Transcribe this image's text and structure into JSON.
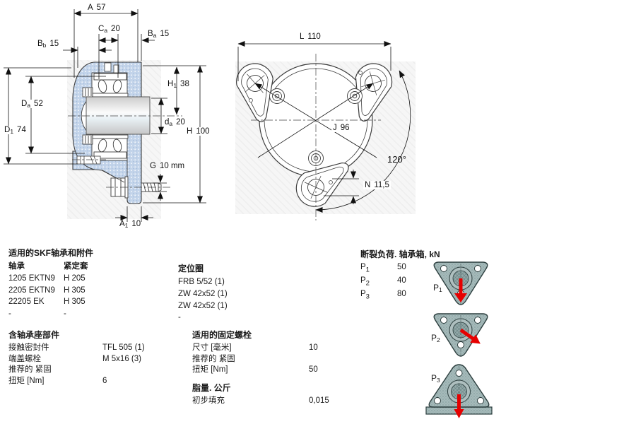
{
  "dims": {
    "A": {
      "base": "A",
      "sub": "",
      "value": "57"
    },
    "Ca": {
      "base": "C",
      "sub": "a",
      "value": "20"
    },
    "Ba": {
      "base": "B",
      "sub": "a",
      "value": "15"
    },
    "Bb": {
      "base": "B",
      "sub": "b",
      "value": "15"
    },
    "Da": {
      "base": "D",
      "sub": "a",
      "value": "52"
    },
    "D1": {
      "base": "D",
      "sub": "1",
      "value": "74"
    },
    "H1": {
      "base": "H",
      "sub": "1",
      "value": "38"
    },
    "da": {
      "base": "d",
      "sub": "a",
      "value": "20"
    },
    "H": {
      "base": "H",
      "sub": "",
      "value": "100"
    },
    "G": {
      "base": "G",
      "sub": "",
      "value": "10 mm"
    },
    "A1": {
      "base": "A",
      "sub": "1",
      "value": "10"
    },
    "L": {
      "base": "L",
      "sub": "",
      "value": "110"
    },
    "J": {
      "base": "J",
      "sub": "",
      "value": "96"
    },
    "N": {
      "base": "N",
      "sub": "",
      "value": "11,5"
    },
    "angle": {
      "value": "120°"
    }
  },
  "bearings_table": {
    "title": "适用的SKF轴承和附件",
    "col1_header": "轴承",
    "col2_header": "紧定套",
    "rows": [
      [
        "1205 EKTN9",
        "H 205"
      ],
      [
        "2205 EKTN9",
        "H 305"
      ],
      [
        "22205 EK",
        "H 305"
      ],
      [
        "-",
        "-"
      ]
    ]
  },
  "locating_rings": {
    "title": "定位圈",
    "rows": [
      "FRB 5/52  (1)",
      "ZW 42x52  (1)",
      "ZW 42x52  (1)",
      "-"
    ]
  },
  "breaking_loads": {
    "title": "断裂负荷.  轴承箱, kN",
    "rows": [
      {
        "base": "P",
        "sub": "1",
        "value": "50"
      },
      {
        "base": "P",
        "sub": "2",
        "value": "40"
      },
      {
        "base": "P",
        "sub": "3",
        "value": "80"
      }
    ]
  },
  "housing_parts": {
    "title": "含轴承座部件",
    "rows": [
      {
        "label": "接触密封件",
        "value": "TFL 505  (1)"
      },
      {
        "label": "端盖螺栓",
        "value": "M 5x16  (3)"
      },
      {
        "label": "推荐的 紧固",
        "value": ""
      },
      {
        "label": "扭矩 [Nm]",
        "value": "6"
      }
    ]
  },
  "attachment_bolts": {
    "title": "适用的固定螺栓",
    "rows": [
      {
        "label": "尺寸 [毫米]",
        "value": "10"
      },
      {
        "label": "推荐的 紧固",
        "value": ""
      },
      {
        "label": "扭矩 [Nm]",
        "value": "50"
      }
    ]
  },
  "grease": {
    "title": "脂量.  公斤",
    "rows": [
      {
        "label": "初步填充",
        "value": "0,015"
      }
    ]
  },
  "load_diagrams": [
    {
      "base": "P",
      "sub": "1"
    },
    {
      "base": "P",
      "sub": "2"
    },
    {
      "base": "P",
      "sub": "3"
    }
  ],
  "colors": {
    "housing_fill": "#c3d4ea",
    "flange_view_fill": "#92a8a8",
    "load_arrow": "#e60000",
    "drawing_line": "#3c3c3c"
  }
}
